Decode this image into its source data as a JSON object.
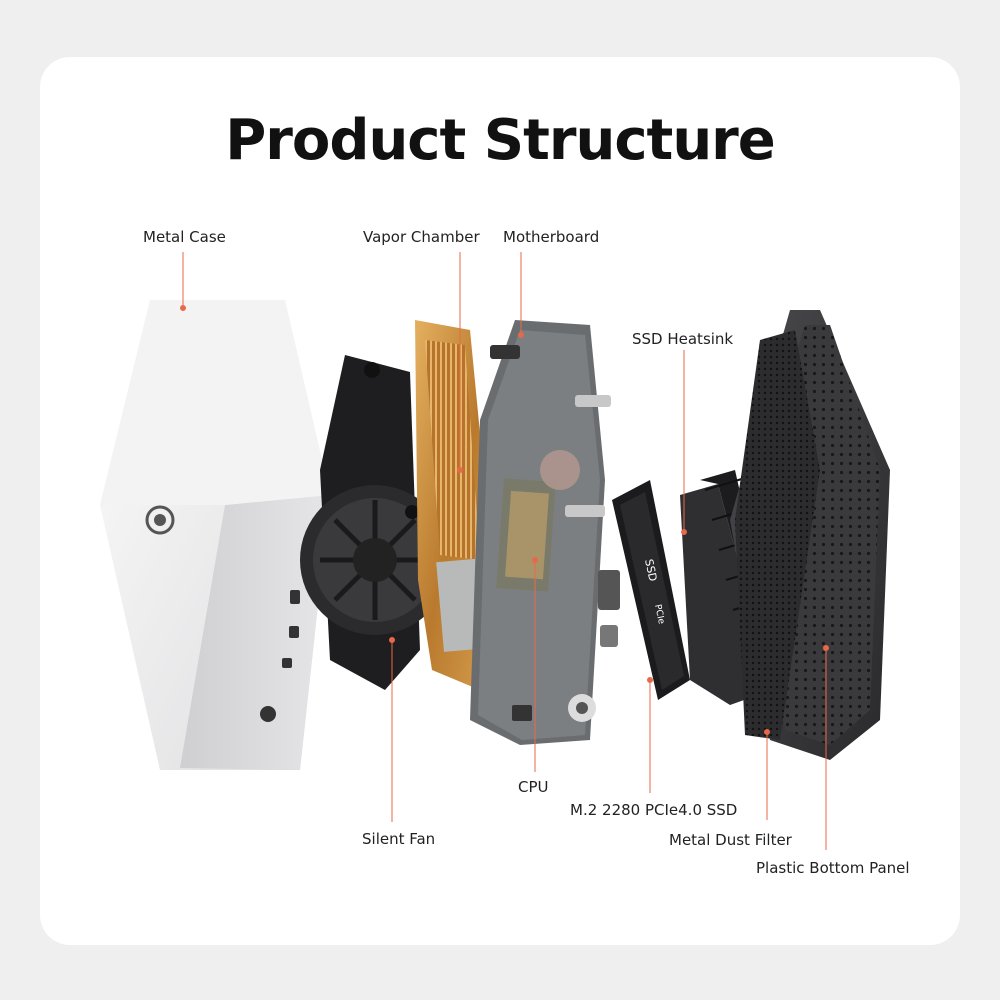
{
  "title": "Product Structure",
  "colors": {
    "background": "#efefef",
    "card": "#ffffff",
    "leader": "#e8694a",
    "copper": "#c8893a",
    "case": "#d9d9db",
    "dark": "#2b2b2d"
  },
  "labels": {
    "metal_case": "Metal Case",
    "vapor_chamber": "Vapor Chamber",
    "motherboard": "Motherboard",
    "ssd_heatsink": "SSD Heatsink",
    "cpu": "CPU",
    "silent_fan": "Silent Fan",
    "ssd": "M.2 2280 PCIe4.0 SSD",
    "dust_filter": "Metal Dust Filter",
    "bottom_panel": "Plastic Bottom Panel"
  },
  "ssd_text": {
    "brand": "SSD",
    "interface": "PCIe"
  }
}
